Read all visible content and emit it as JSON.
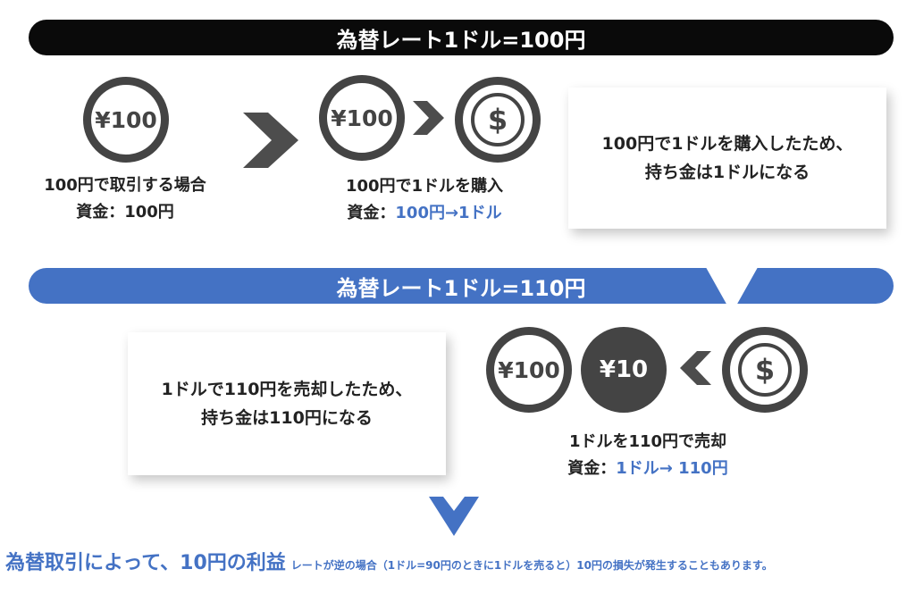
{
  "banner_top": "為替レート1ドル=100円",
  "banner_middle": "為替レート1ドル=110円",
  "step1": {
    "coin": "¥100",
    "line1": "100円で取引する場合",
    "line2": "資金：100円"
  },
  "step2": {
    "coin_yen": "¥100",
    "coin_dollar": "$",
    "line1": "100円で1ドルを購入",
    "line2_prefix": "資金：",
    "line2_value": "100円→1ドル"
  },
  "card_top": {
    "line1": "100円で1ドルを購入したため、",
    "line2": "持ち金は1ドルになる"
  },
  "step3": {
    "coin_yen": "¥100",
    "coin_gain": "¥10",
    "coin_dollar": "$",
    "line1": "1ドルを110円で売却",
    "line2_prefix": "資金：",
    "line2_value": "1ドル→ 110円"
  },
  "card_bottom": {
    "line1": "1ドルで110円を売却したため、",
    "line2": "持ち金は110円になる"
  },
  "footer": {
    "main": "為替取引によって、10円の利益",
    "note": "レートが逆の場合（1ドル=90円のときに1ドルを売ると）10円の損失が発生することもあります。"
  },
  "colors": {
    "black_banner": "#0a0a0a",
    "blue_banner": "#4472c4",
    "coin_gray": "#444444",
    "arrow_gray": "#4d4d4d",
    "accent_blue": "#4472c4"
  }
}
